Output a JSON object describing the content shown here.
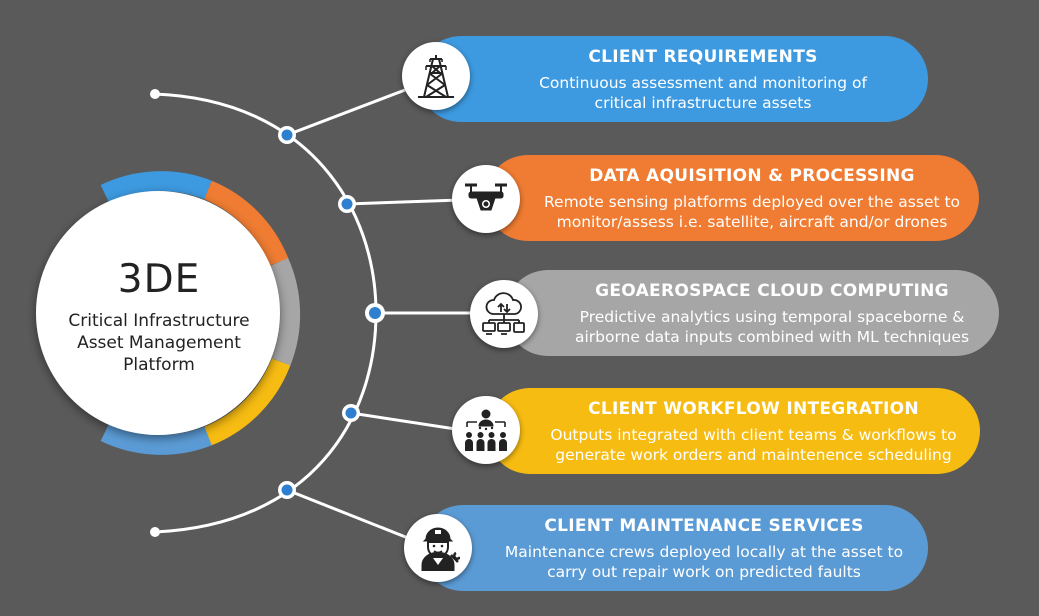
{
  "hub": {
    "title": "3DE",
    "subtitle_lines": [
      "Critical Infrastructure",
      "Asset Management",
      "Platform"
    ]
  },
  "colors": {
    "background": "#5a5a5a",
    "blue": "#3d9ae0",
    "orange": "#ef7c32",
    "gray": "#a6a6a6",
    "yellow": "#f7bc12",
    "steel_blue": "#5b9bd5"
  },
  "items": [
    {
      "title": "CLIENT REQUIREMENTS",
      "desc_lines": [
        "Continuous assessment and monitoring of",
        "critical infrastructure assets"
      ],
      "icon": "transmission-tower-icon",
      "color": "#3d9ae0"
    },
    {
      "title": "DATA AQUISITION & PROCESSING",
      "desc_lines": [
        "Remote sensing platforms deployed over the asset to",
        "monitor/assess i.e. satellite, aircraft and/or drones"
      ],
      "icon": "drone-icon",
      "color": "#ef7c32"
    },
    {
      "title": "GEOAEROSPACE CLOUD COMPUTING",
      "desc_lines": [
        "Predictive analytics using temporal spaceborne &",
        "airborne data inputs combined with ML techniques"
      ],
      "icon": "cloud-network-icon",
      "color": "#a6a6a6"
    },
    {
      "title": "CLIENT WORKFLOW INTEGRATION",
      "desc_lines": [
        "Outputs integrated with client teams & workflows to",
        "generate work orders and maintenence scheduling"
      ],
      "icon": "team-workflow-icon",
      "color": "#f7bc12"
    },
    {
      "title": "CLIENT MAINTENANCE SERVICES",
      "desc_lines": [
        "Maintenance crews deployed locally at the asset to",
        "carry out repair work on predicted faults"
      ],
      "icon": "maintenance-worker-icon",
      "color": "#5b9bd5"
    }
  ]
}
